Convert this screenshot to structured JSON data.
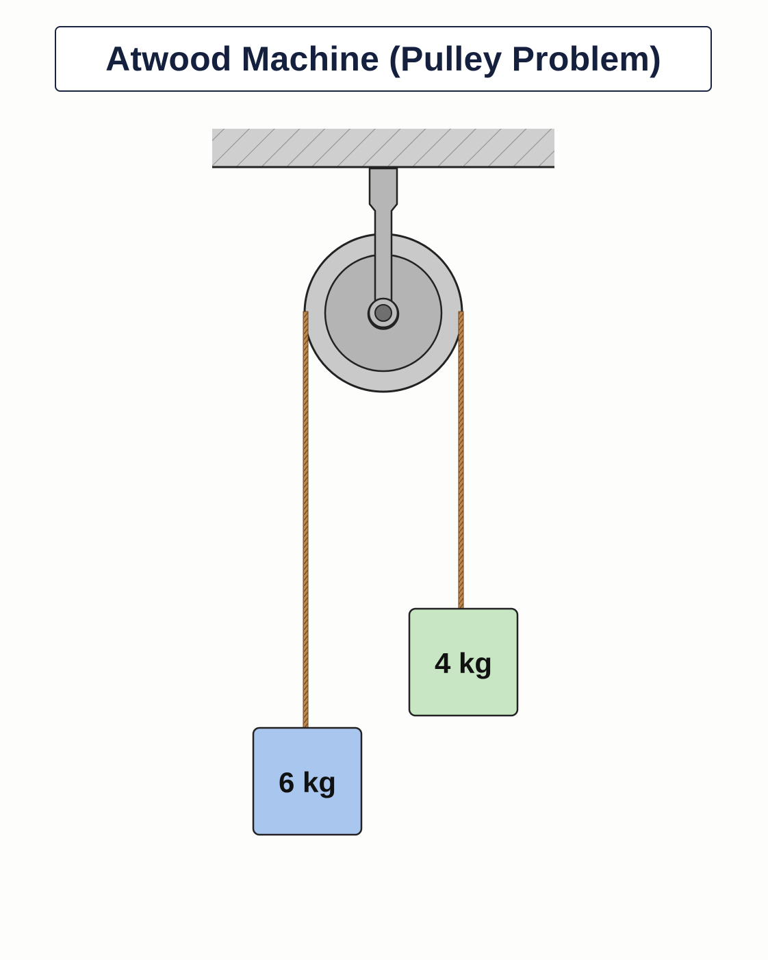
{
  "title": "Atwood Machine (Pulley Problem)",
  "masses": {
    "left": {
      "label": "6 kg",
      "color": "#a9c6ee"
    },
    "right": {
      "label": "4 kg",
      "color": "#c8e6c4"
    }
  },
  "colors": {
    "title_text": "#15203f",
    "ceiling": "#cfcfcf",
    "pulley_outer": "#c9c9c9",
    "pulley_inner": "#b4b4b4",
    "rope": "#b5844a",
    "outline": "#222222"
  }
}
